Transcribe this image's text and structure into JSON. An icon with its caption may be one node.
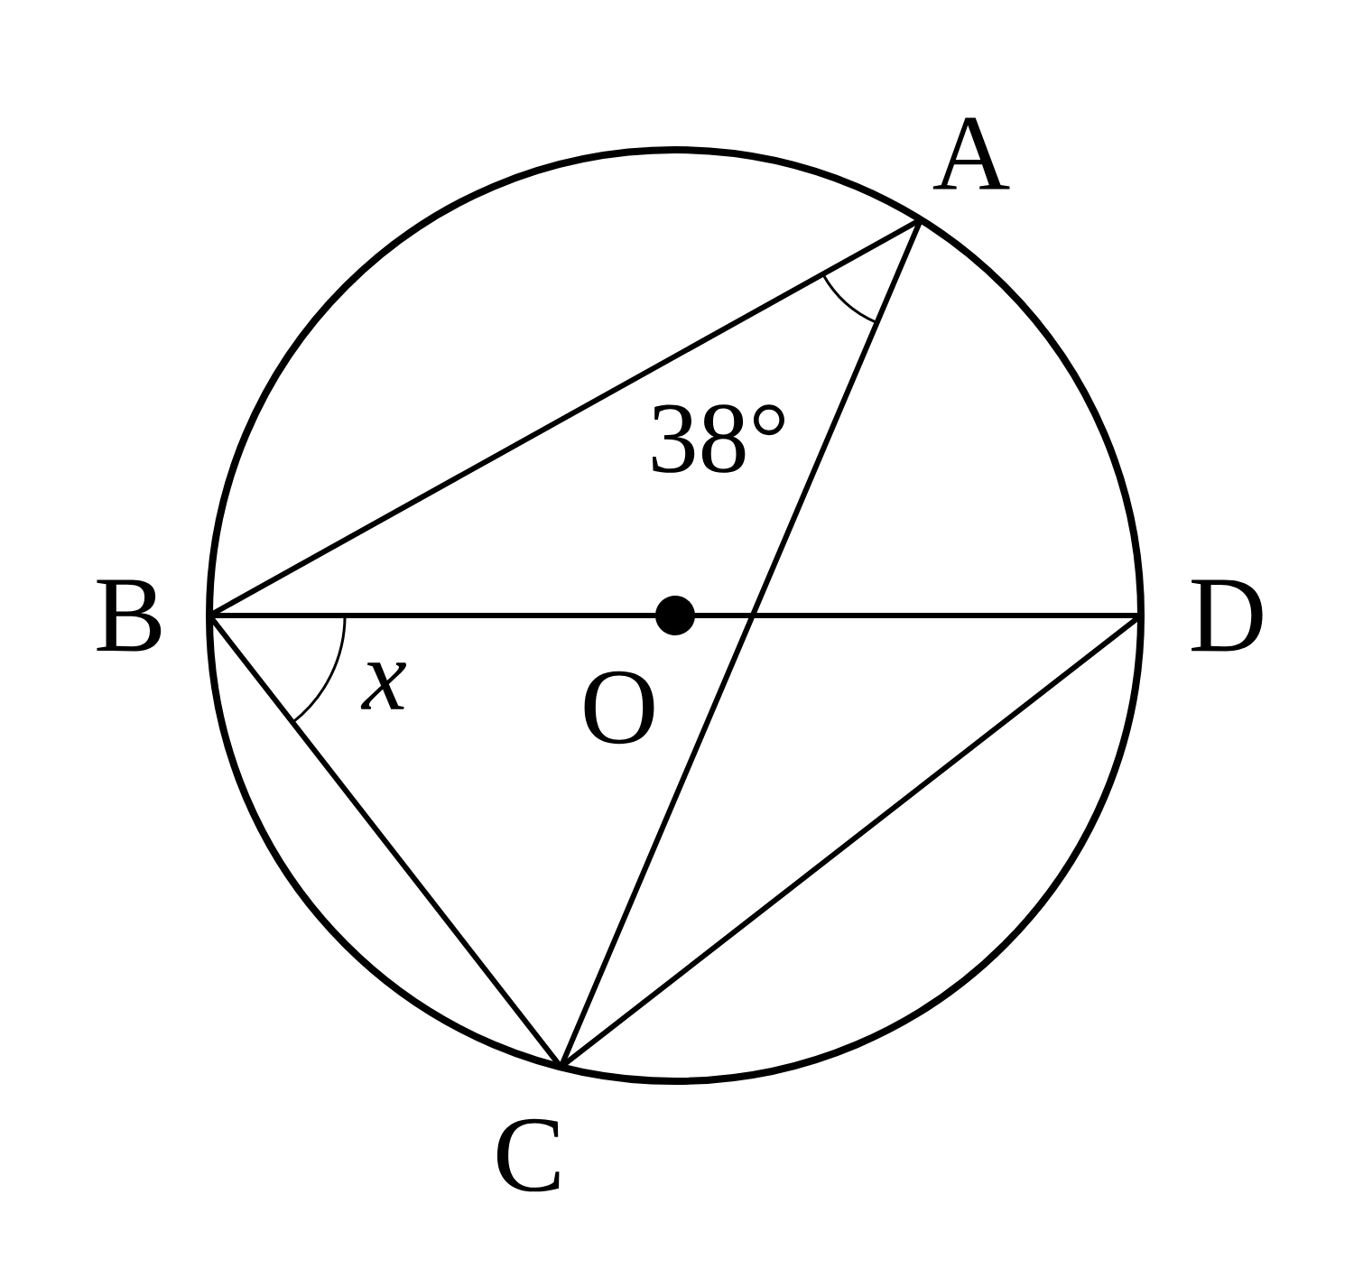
{
  "diagram": {
    "nodes": [
      {
        "text": [
          "A"
        ]
      },
      {
        "text": [
          "B"
        ]
      },
      {
        "text": [
          "C"
        ]
      },
      {
        "text": [
          "D"
        ]
      },
      {
        "text": [
          "O"
        ]
      }
    ],
    "edges": [
      {
        "from": 1,
        "to": 0,
        "arrow": "none"
      },
      {
        "from": 0,
        "to": 2,
        "arrow": "none"
      },
      {
        "from": 1,
        "to": 4,
        "arrow": "none"
      },
      {
        "from": 4,
        "to": 3,
        "arrow": "none"
      },
      {
        "from": 1,
        "to": 2,
        "arrow": "none"
      },
      {
        "from": 2,
        "to": 3,
        "arrow": "none"
      }
    ],
    "labels": [
      "38°",
      "x"
    ]
  }
}
